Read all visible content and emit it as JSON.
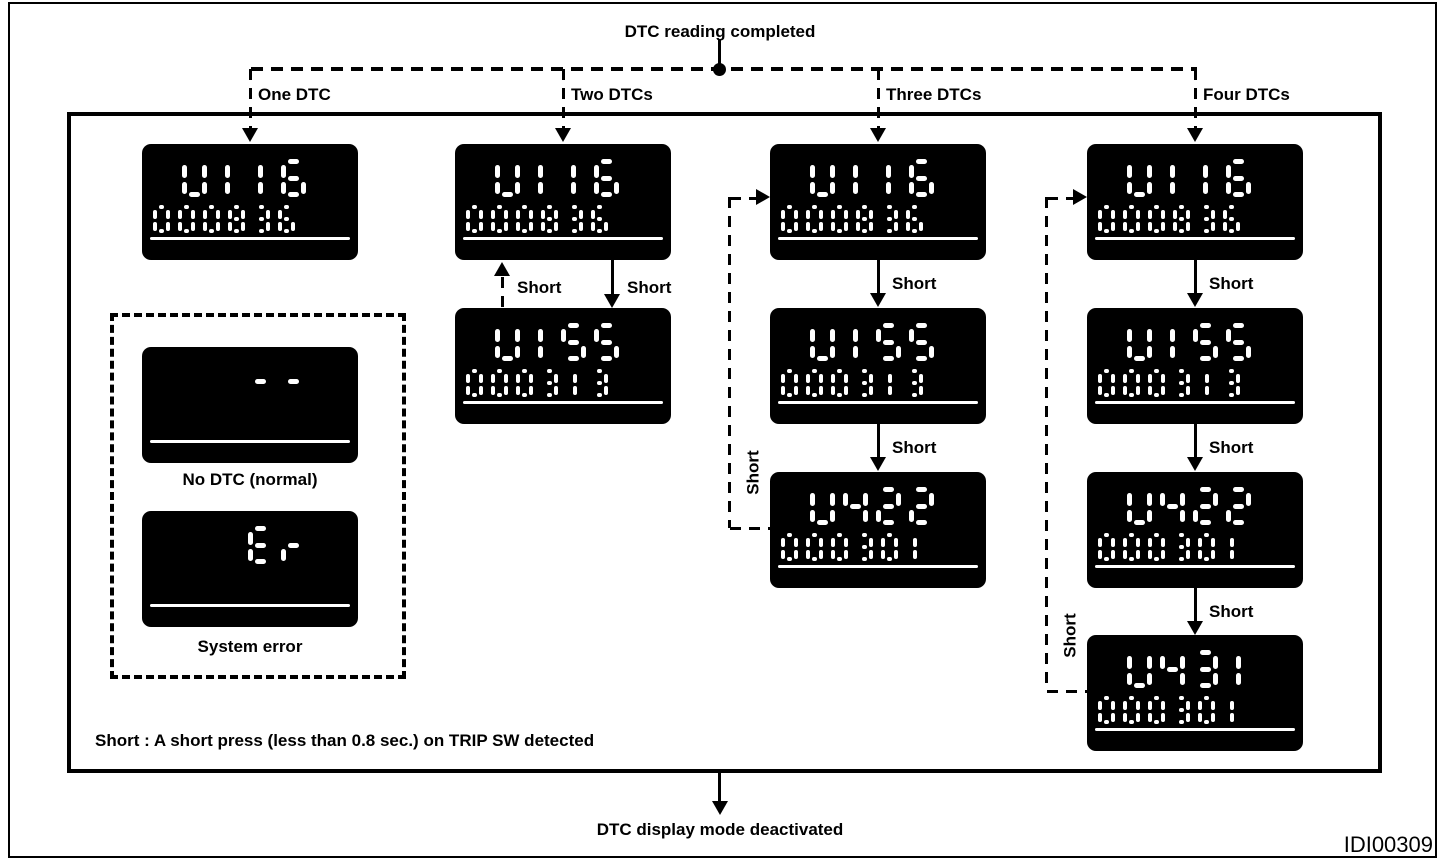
{
  "title": "DTC reading completed",
  "footer_label": "DTC display mode deactivated",
  "note": "Short : A short press (less than 0.8 sec.) on TRIP SW detected",
  "figure_id": "IDI00309",
  "short_label": "Short",
  "columns": [
    {
      "label": "One DTC",
      "bidirectional": false,
      "return_loop": false,
      "displays": [
        {
          "line1": "U116",
          "line2": "000836"
        }
      ]
    },
    {
      "label": "Two DTCs",
      "bidirectional": true,
      "return_loop": false,
      "displays": [
        {
          "line1": "U116",
          "line2": "000836"
        },
        {
          "line1": "U155",
          "line2": "000313"
        }
      ]
    },
    {
      "label": "Three DTCs",
      "bidirectional": false,
      "return_loop": true,
      "displays": [
        {
          "line1": "U116",
          "line2": "000836"
        },
        {
          "line1": "U155",
          "line2": "000313"
        },
        {
          "line1": "U422",
          "line2": "000301"
        }
      ]
    },
    {
      "label": "Four DTCs",
      "bidirectional": false,
      "return_loop": true,
      "displays": [
        {
          "line1": "U116",
          "line2": "000836"
        },
        {
          "line1": "U155",
          "line2": "000313"
        },
        {
          "line1": "U422",
          "line2": "000301"
        },
        {
          "line1": "U431",
          "line2": "000301"
        }
      ]
    }
  ],
  "special_box": {
    "items": [
      {
        "line1": "  --",
        "line2": "",
        "caption": "No DTC (normal)"
      },
      {
        "line1": "  Er",
        "line2": "",
        "caption": "System error"
      }
    ]
  }
}
